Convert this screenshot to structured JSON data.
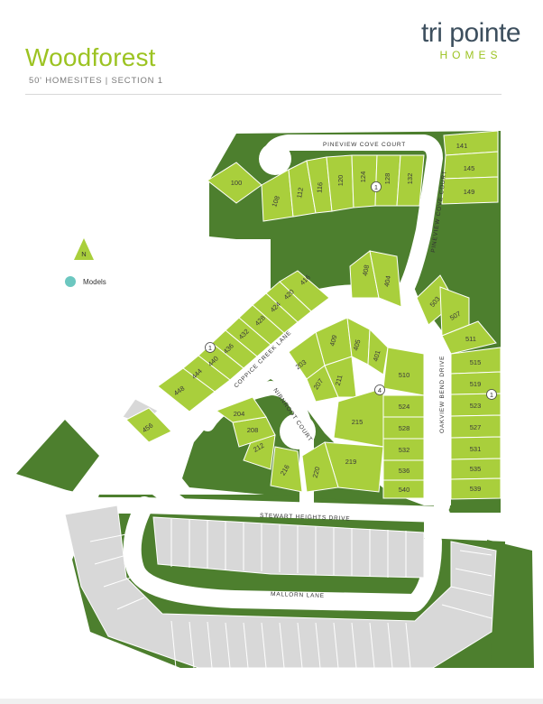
{
  "header": {
    "title": "Woodforest",
    "subtitle": "50' HOMESITES | SECTION 1"
  },
  "logo": {
    "main": "tri pointe",
    "sub": "HOMES"
  },
  "colors": {
    "green": "#9cc322",
    "lot": "#a9cf3c",
    "dark_green": "#4d7f2e",
    "gray_lot": "#d8d8d8",
    "model": "#6cc7c0"
  },
  "legend": {
    "north": "N",
    "models_label": "Models"
  },
  "streets": {
    "pineview_cove_court": "PINEVIEW COVE COURT",
    "pineview_cove_court_v": "PINEVIEW COVE COURT",
    "coppice_creek_lane": "COPPICE CREEK LANE",
    "nirnroot_court": "NIRNROOT COURT",
    "oakview_bend_drive": "OAKVIEW BEND DRIVE",
    "stewart_heights_drive": "STEWART HEIGHTS DRIVE",
    "mallorn_lane": "MALLORN LANE"
  },
  "lots": {
    "l100": "100",
    "l108": "108",
    "l112": "112",
    "l116": "116",
    "l120": "120",
    "l124": "124",
    "l128": "128",
    "l132": "132",
    "l141": "141",
    "l145": "145",
    "l149": "149",
    "l408": "408",
    "l404": "404",
    "l416": "416",
    "l420": "420",
    "l424": "424",
    "l428": "428",
    "l432": "432",
    "l436": "436",
    "l440": "440",
    "l444": "444",
    "l448": "448",
    "l456": "456",
    "l409": "409",
    "l405": "405",
    "l401": "401",
    "l203": "203",
    "l207": "207",
    "l211": "211",
    "l215": "215",
    "l219": "219",
    "l220": "220",
    "l216": "216",
    "l212": "212",
    "l208": "208",
    "l204": "204",
    "l510": "510",
    "l524": "524",
    "l528": "528",
    "l532": "532",
    "l536": "536",
    "l540": "540",
    "l503": "503",
    "l507": "507",
    "l511": "511",
    "l515": "515",
    "l519": "519",
    "l523": "523",
    "l527": "527",
    "l531": "531",
    "l535": "535",
    "l539": "539"
  },
  "markers": {
    "m1": "1",
    "m4": "4"
  }
}
